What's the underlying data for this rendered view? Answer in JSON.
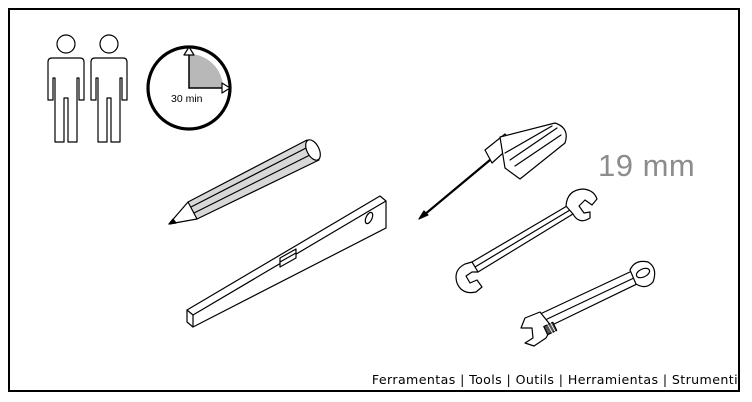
{
  "time": {
    "label": "30 min"
  },
  "wrench": {
    "size_label": "19 mm"
  },
  "footer": {
    "caption": "Ferramentas | Tools | Outils | Herramientas | Strumenti"
  },
  "icons": [
    "two-persons-icon",
    "clock-icon",
    "pencil-icon",
    "spirit-level-icon",
    "phillips-screwdriver-icon",
    "open-end-wrench-icon",
    "adjustable-wrench-icon"
  ]
}
